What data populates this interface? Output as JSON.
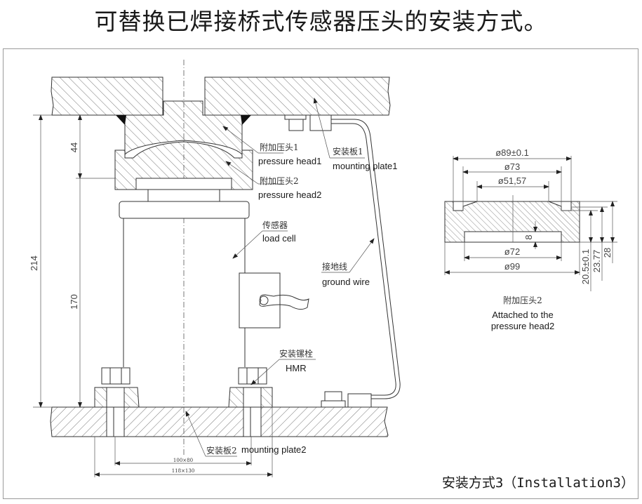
{
  "title": "可替换已焊接桥式传感器压头的安装方式。",
  "main_drawing": {
    "labels": {
      "pressure_head1_cn": "附加压头1",
      "pressure_head1_en": "pressure head1",
      "mounting_plate1_cn": "安装板1",
      "mounting_plate1_en": "mounting plate1",
      "pressure_head2_cn": "附加压头2",
      "pressure_head2_en": "pressure head2",
      "load_cell_cn": "传感器",
      "load_cell_en": "load cell",
      "ground_wire_cn": "接地线",
      "ground_wire_en": "ground wire",
      "bolt_cn": "安装镙栓",
      "bolt_en": "HMR",
      "mounting_plate2_cn": "安装板2",
      "mounting_plate2_en": "mounting plate2"
    },
    "dimensions": {
      "total_height": "214",
      "head_height": "44",
      "cell_height": "170",
      "inner_plate": "100×80",
      "outer_plate": "118×130"
    }
  },
  "detail_drawing": {
    "dimensions": {
      "d_outer_groove": "ø89±0.1",
      "d_inner_groove": "ø73",
      "d_concave": "ø51,57",
      "d_bottom_recess": "ø72",
      "d_total": "ø99",
      "recess_depth": "8",
      "h1": "20.5±0.1",
      "h2": "23.77",
      "h3": "28"
    },
    "caption_cn": "附加压头2",
    "caption_en_line1": "Attached to the",
    "caption_en_line2": "pressure head2"
  },
  "footer": "安装方式3（Installation3）",
  "colors": {
    "line": "#333333",
    "frame": "#9a9a9a",
    "text": "#1a1a1a"
  }
}
